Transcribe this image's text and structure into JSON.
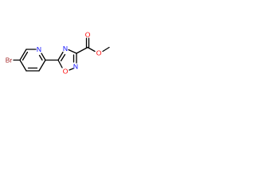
{
  "atoms": {
    "bromine": {
      "label": "Br",
      "color": "#a52a2a"
    },
    "pyridine_nitrogen": {
      "label": "N",
      "color": "#0000ff"
    },
    "oxadiazole_n4": {
      "label": "N",
      "color": "#0000ff"
    },
    "oxadiazole_n2": {
      "label": "N",
      "color": "#0000ff"
    },
    "oxadiazole_oxygen": {
      "label": "O",
      "color": "#ff0000"
    },
    "carbonyl_oxygen": {
      "label": "O",
      "color": "#ff0000"
    },
    "ester_oxygen": {
      "label": "O",
      "color": "#ff0000"
    }
  },
  "bond_color": "#000000"
}
